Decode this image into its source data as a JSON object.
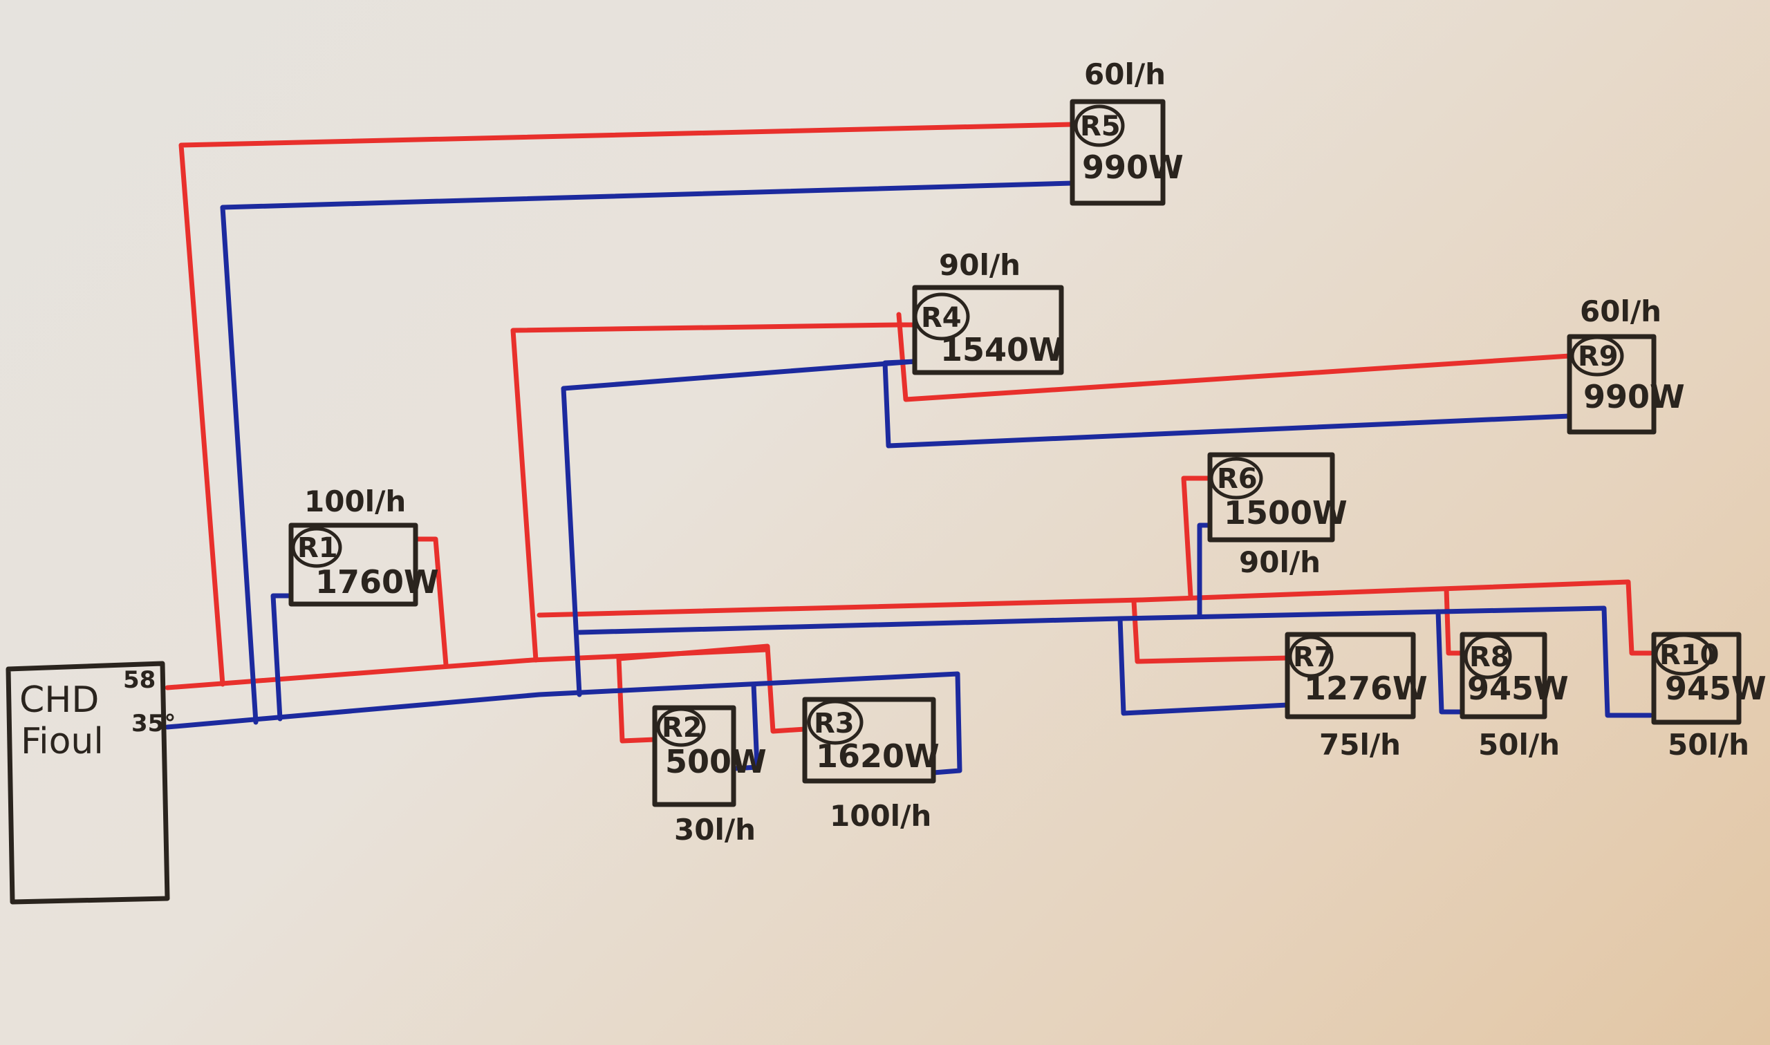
{
  "title": "Hand-drawn heating circuit schematic",
  "colors": {
    "supply_pipe": "#e8302c",
    "return_pipe": "#1c2a9e",
    "ink": "#2a241e"
  },
  "boiler": {
    "label_line1": "CHD",
    "label_line2": "Fioul",
    "supply_temp": "58",
    "return_temp": "35°"
  },
  "radiators": [
    {
      "id": "R1",
      "power": "1760W",
      "flow": "100l/h"
    },
    {
      "id": "R2",
      "power": "500W",
      "flow": "30l/h"
    },
    {
      "id": "R3",
      "power": "1620W",
      "flow": "100l/h"
    },
    {
      "id": "R4",
      "power": "1540W",
      "flow": "90l/h"
    },
    {
      "id": "R5",
      "power": "990W",
      "flow": "60l/h"
    },
    {
      "id": "R6",
      "power": "1500W",
      "flow": "90l/h"
    },
    {
      "id": "R7",
      "power": "1276W",
      "flow": "75l/h"
    },
    {
      "id": "R8",
      "power": "945W",
      "flow": "50l/h"
    },
    {
      "id": "R9",
      "power": "990W",
      "flow": "60l/h"
    },
    {
      "id": "R10",
      "power": "945W",
      "flow": "50l/h"
    }
  ]
}
